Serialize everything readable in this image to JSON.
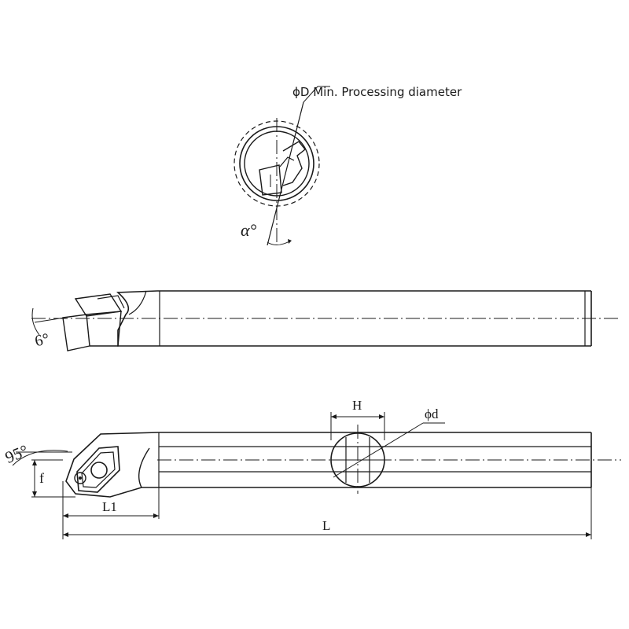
{
  "labels": {
    "min_diameter": "ϕD Min. Processing diameter",
    "alpha": "α°",
    "six_deg": "6°",
    "ninety_five": "95°",
    "f": "f",
    "l1": "L1",
    "l": "L",
    "h": "H",
    "d": "ϕd"
  },
  "colors": {
    "line": "#1a1a1a",
    "background": "#ffffff"
  }
}
